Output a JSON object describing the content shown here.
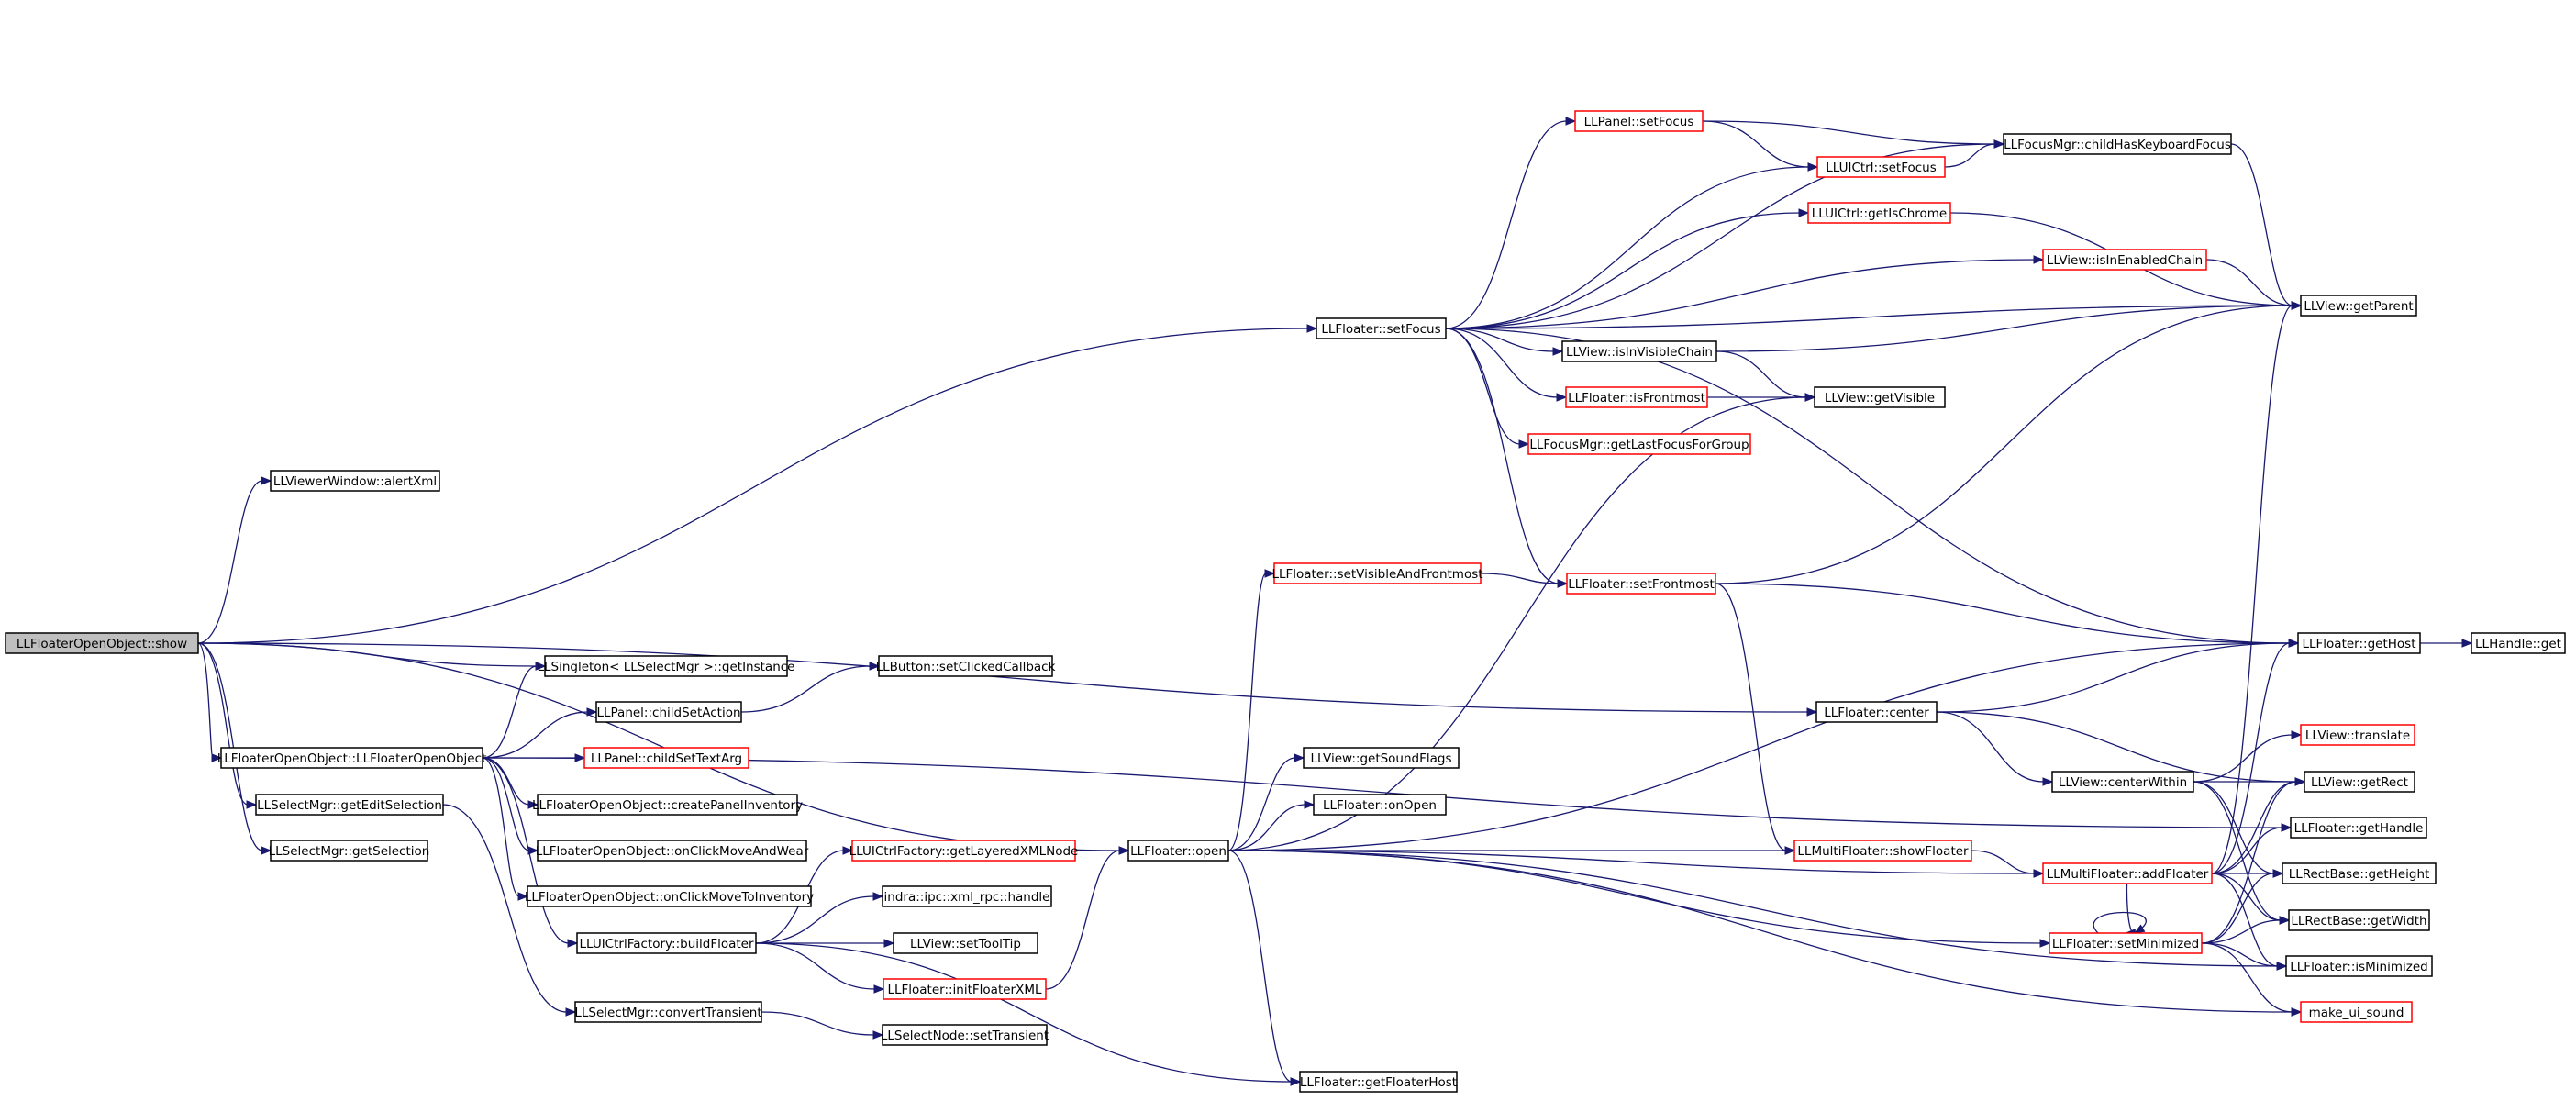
{
  "graph": {
    "colors": {
      "edge": "#191970",
      "root_fill": "#bfbfbf",
      "border_normal": "#000000",
      "border_truncated": "#ff0000"
    },
    "nodes": [
      {
        "id": "show",
        "label": "LLFloaterOpenObject::show",
        "style": "root"
      },
      {
        "id": "alertXml",
        "label": "LLViewerWindow::alertXml",
        "style": "normal"
      },
      {
        "id": "ctor",
        "label": "LLFloaterOpenObject::LLFloaterOpenObject",
        "style": "normal"
      },
      {
        "id": "getEditSelection",
        "label": "LLSelectMgr::getEditSelection",
        "style": "normal"
      },
      {
        "id": "getSelection",
        "label": "LLSelectMgr::getSelection",
        "style": "normal"
      },
      {
        "id": "getInstance",
        "label": "LLSingleton< LLSelectMgr >::getInstance",
        "style": "normal"
      },
      {
        "id": "childSetAction",
        "label": "LLPanel::childSetAction",
        "style": "normal"
      },
      {
        "id": "childSetTextArg",
        "label": "LLPanel::childSetTextArg",
        "style": "truncated"
      },
      {
        "id": "createPanelInventory",
        "label": "LLFloaterOpenObject::createPanelInventory",
        "style": "normal"
      },
      {
        "id": "onClickMoveAndWear",
        "label": "LLFloaterOpenObject::onClickMoveAndWear",
        "style": "normal"
      },
      {
        "id": "onClickMoveToInventory",
        "label": "LLFloaterOpenObject::onClickMoveToInventory",
        "style": "normal"
      },
      {
        "id": "buildFloater",
        "label": "LLUICtrlFactory::buildFloater",
        "style": "normal"
      },
      {
        "id": "convertTransient",
        "label": "LLSelectMgr::convertTransient",
        "style": "normal"
      },
      {
        "id": "setClickedCallback",
        "label": "LLButton::setClickedCallback",
        "style": "normal"
      },
      {
        "id": "getLayeredXMLNode",
        "label": "LLUICtrlFactory::getLayeredXMLNode",
        "style": "truncated"
      },
      {
        "id": "xmlrpcHandle",
        "label": "indra::ipc::xml_rpc::handle",
        "style": "normal"
      },
      {
        "id": "setToolTip",
        "label": "LLView::setToolTip",
        "style": "normal"
      },
      {
        "id": "initFloaterXML",
        "label": "LLFloater::initFloaterXML",
        "style": "truncated"
      },
      {
        "id": "setTransient",
        "label": "LLSelectNode::setTransient",
        "style": "normal"
      },
      {
        "id": "open",
        "label": "LLFloater::open",
        "style": "normal"
      },
      {
        "id": "getFloaterHost",
        "label": "LLFloater::getFloaterHost",
        "style": "normal"
      },
      {
        "id": "setFocus",
        "label": "LLFloater::setFocus",
        "style": "normal"
      },
      {
        "id": "setVisibleAndFrontmost",
        "label": "LLFloater::setVisibleAndFrontmost",
        "style": "truncated"
      },
      {
        "id": "getSoundFlags",
        "label": "LLView::getSoundFlags",
        "style": "normal"
      },
      {
        "id": "onOpen",
        "label": "LLFloater::onOpen",
        "style": "normal"
      },
      {
        "id": "panelSetFocus",
        "label": "LLPanel::setFocus",
        "style": "truncated"
      },
      {
        "id": "uictrlSetFocus",
        "label": "LLUICtrl::setFocus",
        "style": "truncated"
      },
      {
        "id": "getIsChrome",
        "label": "LLUICtrl::getIsChrome",
        "style": "truncated"
      },
      {
        "id": "isInVisibleChain",
        "label": "LLView::isInVisibleChain",
        "style": "normal"
      },
      {
        "id": "isFrontmost",
        "label": "LLFloater::isFrontmost",
        "style": "truncated"
      },
      {
        "id": "getLastFocusForGroup",
        "label": "LLFocusMgr::getLastFocusForGroup",
        "style": "truncated"
      },
      {
        "id": "setFrontmost",
        "label": "LLFloater::setFrontmost",
        "style": "truncated"
      },
      {
        "id": "center",
        "label": "LLFloater::center",
        "style": "normal"
      },
      {
        "id": "showFloater",
        "label": "LLMultiFloater::showFloater",
        "style": "truncated"
      },
      {
        "id": "childHasKeyboardFocus",
        "label": "LLFocusMgr::childHasKeyboardFocus",
        "style": "normal"
      },
      {
        "id": "isInEnabledChain",
        "label": "LLView::isInEnabledChain",
        "style": "truncated"
      },
      {
        "id": "getVisible",
        "label": "LLView::getVisible",
        "style": "normal"
      },
      {
        "id": "centerWithin",
        "label": "LLView::centerWithin",
        "style": "normal"
      },
      {
        "id": "addFloater",
        "label": "LLMultiFloater::addFloater",
        "style": "truncated"
      },
      {
        "id": "setMinimized",
        "label": "LLFloater::setMinimized",
        "style": "truncated"
      },
      {
        "id": "getParent",
        "label": "LLView::getParent",
        "style": "normal"
      },
      {
        "id": "getHost",
        "label": "LLFloater::getHost",
        "style": "normal"
      },
      {
        "id": "translate",
        "label": "LLView::translate",
        "style": "truncated"
      },
      {
        "id": "getRect",
        "label": "LLView::getRect",
        "style": "normal"
      },
      {
        "id": "getHandle",
        "label": "LLFloater::getHandle",
        "style": "normal"
      },
      {
        "id": "getHeight",
        "label": "LLRectBase::getHeight",
        "style": "normal"
      },
      {
        "id": "getWidth",
        "label": "LLRectBase::getWidth",
        "style": "normal"
      },
      {
        "id": "isMinimized",
        "label": "LLFloater::isMinimized",
        "style": "normal"
      },
      {
        "id": "makeUiSound",
        "label": "make_ui_sound",
        "style": "truncated"
      },
      {
        "id": "handleGet",
        "label": "LLHandle::get",
        "style": "normal"
      }
    ],
    "edges": [
      [
        "show",
        "alertXml"
      ],
      [
        "show",
        "setFocus"
      ],
      [
        "show",
        "getInstance"
      ],
      [
        "show",
        "ctor"
      ],
      [
        "show",
        "getEditSelection"
      ],
      [
        "show",
        "getSelection"
      ],
      [
        "show",
        "open"
      ],
      [
        "show",
        "center"
      ],
      [
        "ctor",
        "getInstance"
      ],
      [
        "ctor",
        "childSetAction"
      ],
      [
        "ctor",
        "childSetTextArg"
      ],
      [
        "ctor",
        "createPanelInventory"
      ],
      [
        "ctor",
        "onClickMoveAndWear"
      ],
      [
        "ctor",
        "onClickMoveToInventory"
      ],
      [
        "ctor",
        "buildFloater"
      ],
      [
        "ctor",
        "getHandle"
      ],
      [
        "getEditSelection",
        "convertTransient"
      ],
      [
        "childSetAction",
        "setClickedCallback"
      ],
      [
        "buildFloater",
        "getLayeredXMLNode"
      ],
      [
        "buildFloater",
        "xmlrpcHandle"
      ],
      [
        "buildFloater",
        "setToolTip"
      ],
      [
        "buildFloater",
        "initFloaterXML"
      ],
      [
        "buildFloater",
        "getFloaterHost"
      ],
      [
        "convertTransient",
        "setTransient"
      ],
      [
        "initFloaterXML",
        "open"
      ],
      [
        "open",
        "getVisible"
      ],
      [
        "open",
        "setVisibleAndFrontmost"
      ],
      [
        "open",
        "getSoundFlags"
      ],
      [
        "open",
        "onOpen"
      ],
      [
        "open",
        "getHost"
      ],
      [
        "open",
        "showFloater"
      ],
      [
        "open",
        "addFloater"
      ],
      [
        "open",
        "setMinimized"
      ],
      [
        "open",
        "isMinimized"
      ],
      [
        "open",
        "makeUiSound"
      ],
      [
        "open",
        "getFloaterHost"
      ],
      [
        "setFocus",
        "panelSetFocus"
      ],
      [
        "setFocus",
        "uictrlSetFocus"
      ],
      [
        "setFocus",
        "getIsChrome"
      ],
      [
        "setFocus",
        "isInEnabledChain"
      ],
      [
        "setFocus",
        "getParent"
      ],
      [
        "setFocus",
        "isInVisibleChain"
      ],
      [
        "setFocus",
        "isFrontmost"
      ],
      [
        "setFocus",
        "getLastFocusForGroup"
      ],
      [
        "setFocus",
        "setFrontmost"
      ],
      [
        "setFocus",
        "childHasKeyboardFocus"
      ],
      [
        "setFocus",
        "getHost"
      ],
      [
        "panelSetFocus",
        "childHasKeyboardFocus"
      ],
      [
        "panelSetFocus",
        "uictrlSetFocus"
      ],
      [
        "uictrlSetFocus",
        "childHasKeyboardFocus"
      ],
      [
        "childHasKeyboardFocus",
        "getParent"
      ],
      [
        "getIsChrome",
        "getParent"
      ],
      [
        "isInEnabledChain",
        "getParent"
      ],
      [
        "isInVisibleChain",
        "getParent"
      ],
      [
        "isInVisibleChain",
        "getVisible"
      ],
      [
        "isFrontmost",
        "getVisible"
      ],
      [
        "setVisibleAndFrontmost",
        "setFrontmost"
      ],
      [
        "setFrontmost",
        "getParent"
      ],
      [
        "setFrontmost",
        "getHost"
      ],
      [
        "setFrontmost",
        "showFloater"
      ],
      [
        "center",
        "getHost"
      ],
      [
        "center",
        "centerWithin"
      ],
      [
        "center",
        "getRect"
      ],
      [
        "centerWithin",
        "translate"
      ],
      [
        "centerWithin",
        "getRect"
      ],
      [
        "centerWithin",
        "getHeight"
      ],
      [
        "centerWithin",
        "getWidth"
      ],
      [
        "showFloater",
        "addFloater"
      ],
      [
        "addFloater",
        "getParent"
      ],
      [
        "addFloater",
        "getHost"
      ],
      [
        "addFloater",
        "getRect"
      ],
      [
        "addFloater",
        "getHandle"
      ],
      [
        "addFloater",
        "getHeight"
      ],
      [
        "addFloater",
        "getWidth"
      ],
      [
        "addFloater",
        "isMinimized"
      ],
      [
        "addFloater",
        "setMinimized"
      ],
      [
        "setMinimized",
        "setMinimized"
      ],
      [
        "setMinimized",
        "getRect"
      ],
      [
        "setMinimized",
        "getHeight"
      ],
      [
        "setMinimized",
        "getWidth"
      ],
      [
        "setMinimized",
        "isMinimized"
      ],
      [
        "setMinimized",
        "makeUiSound"
      ],
      [
        "getHost",
        "handleGet"
      ]
    ]
  }
}
